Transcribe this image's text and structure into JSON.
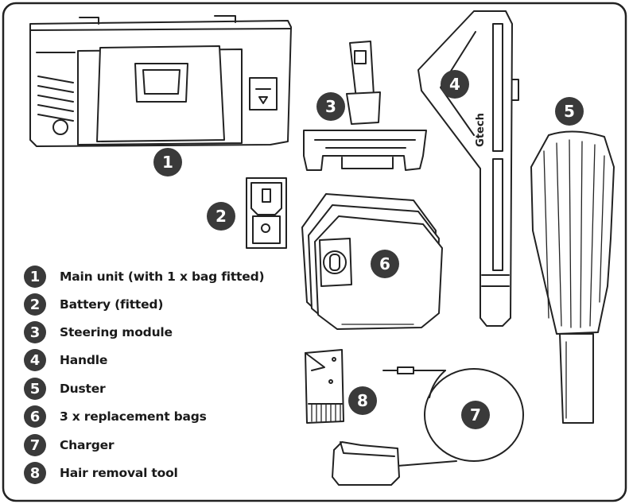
{
  "badge_color": "#3a3a3a",
  "brand_text": "Gtech",
  "parts": [
    {
      "num": "1",
      "label": "Main unit (with 1 x bag fitted)"
    },
    {
      "num": "2",
      "label": "Battery (fitted)"
    },
    {
      "num": "3",
      "label": "Steering module"
    },
    {
      "num": "4",
      "label": "Handle"
    },
    {
      "num": "5",
      "label": "Duster"
    },
    {
      "num": "6",
      "label": "3 x replacement bags"
    },
    {
      "num": "7",
      "label": "Charger"
    },
    {
      "num": "8",
      "label": "Hair removal tool"
    }
  ]
}
